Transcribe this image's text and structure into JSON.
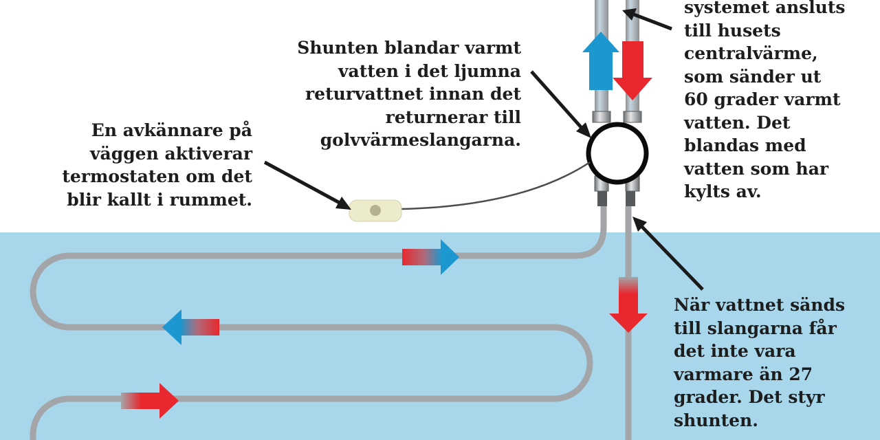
{
  "colors": {
    "floor": "#a8d7ec",
    "pipe": "#a3a5a8",
    "hot": "#e8282e",
    "cold": "#1d97d0",
    "pointer": "#1a1a1a",
    "sensor": "#ecebcb"
  },
  "annotations": {
    "sensor": "En avkännare på\nväggen aktiverar\ntermostaten om det\nblir kallt i rummet.",
    "shunt": "Shunten blandar varmt\nvatten i det ljumna\nreturvattnet innan det\nreturnerar till\ngolvvärmeslangarna.",
    "central": "systemet ansluts\ntill husets\ncentralvärme,\nsom sänder ut\n60 grader varmt\nvatten. Det\nblandas med\nvatten som har\nkylts av.",
    "hoses": "När vattnet sänds\ntill slangarna får\ndet inte vara\nvarmare än 27\ngrader. Det styr\nshunten."
  }
}
